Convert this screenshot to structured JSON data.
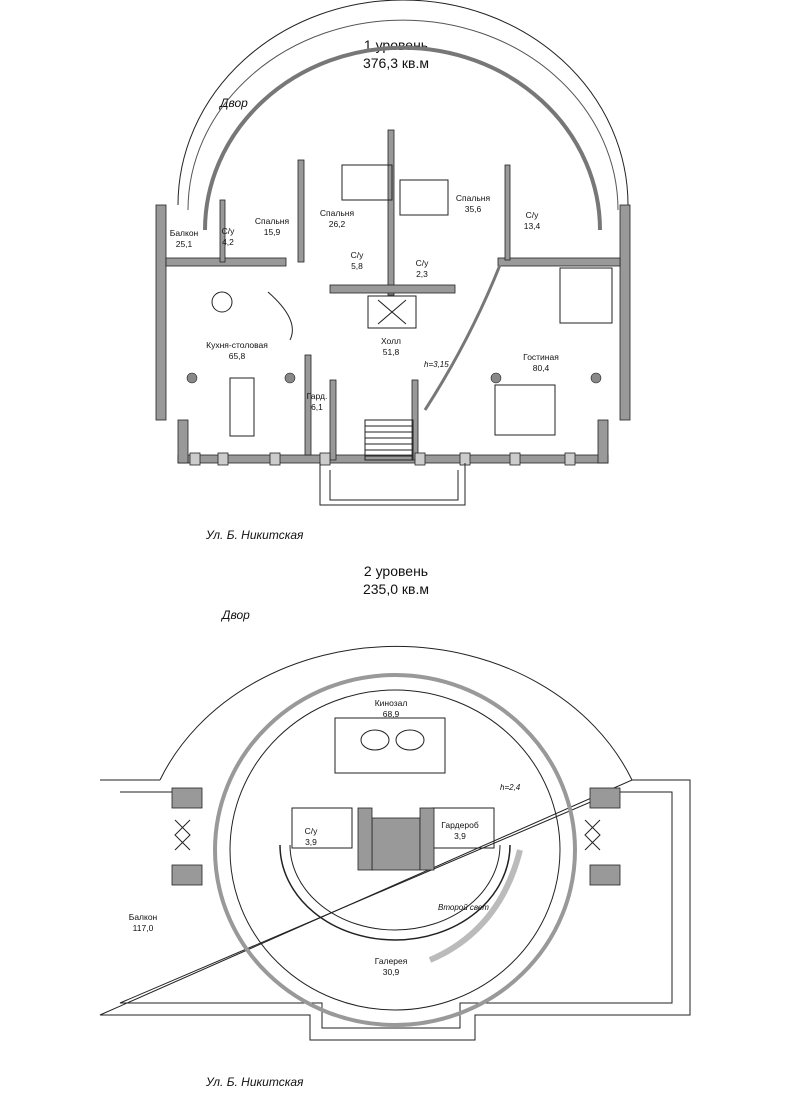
{
  "level1": {
    "title": "1 уровень",
    "area": "376,3 кв.м",
    "yard": "Двор",
    "street": "Ул. Б. Никитская",
    "height": "h=3,15",
    "rooms": [
      {
        "name": "Балкон",
        "area": "25,1"
      },
      {
        "name": "С/у",
        "area": "4,2"
      },
      {
        "name": "Спальня",
        "area": "15,9"
      },
      {
        "name": "Спальня",
        "area": "26,2"
      },
      {
        "name": "Спальня",
        "area": "35,6"
      },
      {
        "name": "С/у",
        "area": "13,4"
      },
      {
        "name": "С/у",
        "area": "5,8"
      },
      {
        "name": "С/у",
        "area": "2,3"
      },
      {
        "name": "Кухня-столовая",
        "area": "65,8"
      },
      {
        "name": "Холл",
        "area": "51,8"
      },
      {
        "name": "Гостиная",
        "area": "80,4"
      },
      {
        "name": "Гард.",
        "area": "6,1"
      }
    ]
  },
  "level2": {
    "title": "2 уровень",
    "area": "235,0 кв.м",
    "yard": "Двор",
    "street": "Ул. Б. Никитская",
    "height": "h=2,4",
    "second_light": "Второй свет",
    "rooms": [
      {
        "name": "Кинозал",
        "area": "68,9"
      },
      {
        "name": "С/у",
        "area": "3,9"
      },
      {
        "name": "Гардероб",
        "area": "3,9"
      },
      {
        "name": "Балкон",
        "area": "117,0"
      },
      {
        "name": "Галерея",
        "area": "30,9"
      }
    ]
  }
}
